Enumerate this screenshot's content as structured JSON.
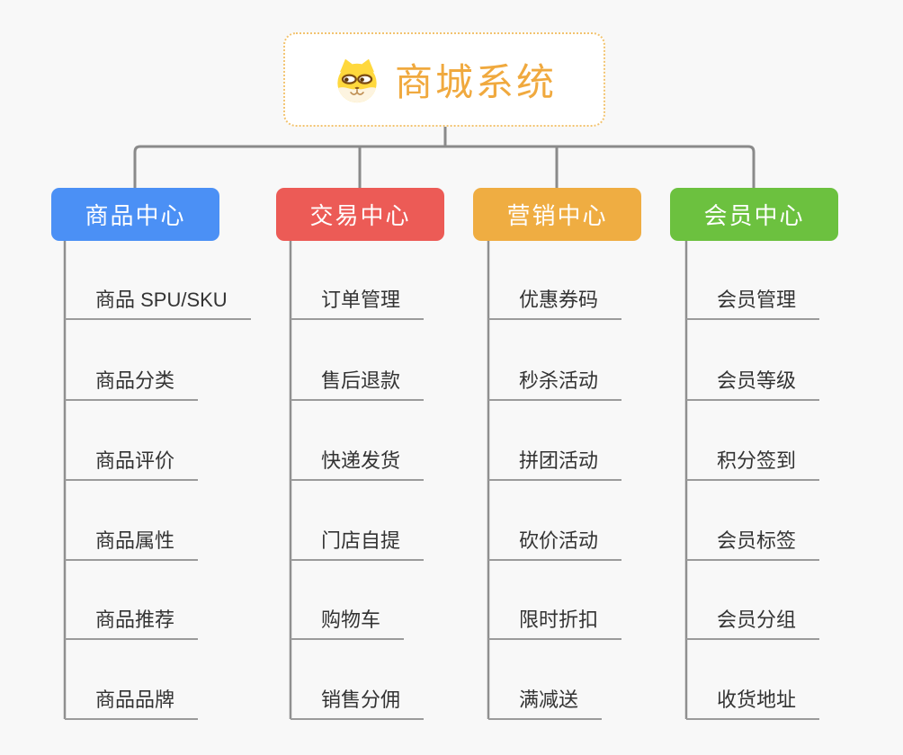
{
  "root": {
    "title": "商城系统",
    "icon": "shiba-dog-icon"
  },
  "branches": [
    {
      "label": "商品中心",
      "color": "#4b90f5",
      "children": [
        "商品 SPU/SKU",
        "商品分类",
        "商品评价",
        "商品属性",
        "商品推荐",
        "商品品牌"
      ]
    },
    {
      "label": "交易中心",
      "color": "#ec5b56",
      "children": [
        "订单管理",
        "售后退款",
        "快递发货",
        "门店自提",
        "购物车",
        "销售分佣"
      ]
    },
    {
      "label": "营销中心",
      "color": "#efad42",
      "children": [
        "优惠券码",
        "秒杀活动",
        "拼团活动",
        "砍价活动",
        "限时折扣",
        "满减送"
      ]
    },
    {
      "label": "会员中心",
      "color": "#6cc13f",
      "children": [
        "会员管理",
        "会员等级",
        "积分签到",
        "会员标签",
        "会员分组",
        "收货地址"
      ]
    }
  ],
  "colors": {
    "background": "#f8f8f8",
    "connector": "#8a8a8a",
    "underline": "#9b9b9b",
    "root_border": "#f2c36f",
    "root_title": "#f0a93e",
    "leaf_text": "#333333"
  }
}
